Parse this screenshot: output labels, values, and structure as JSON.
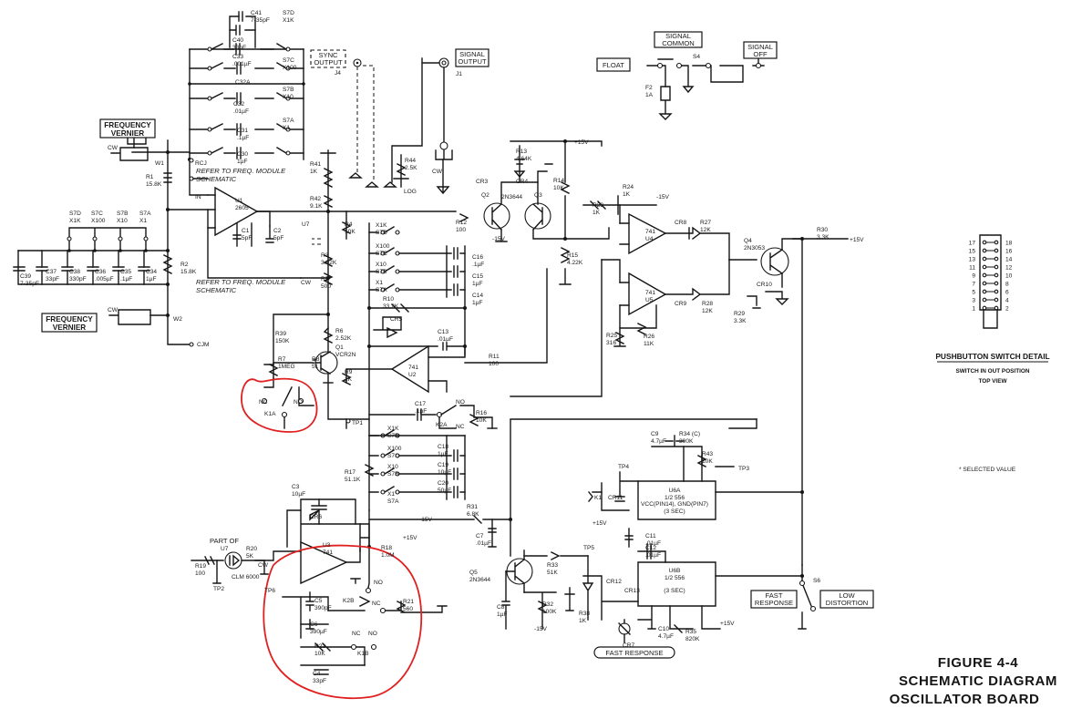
{
  "figure": {
    "number": "FIGURE 4-4",
    "line2": "SCHEMATIC DIAGRAM",
    "line3": "OSCILLATOR BOARD"
  },
  "pushbutton_detail": {
    "title": "PUSHBUTTON SWITCH DETAIL",
    "subtitle1": "SWITCH IN OUT POSITION",
    "subtitle2": "TOP VIEW",
    "left_pins": [
      "17",
      "15",
      "13",
      "11",
      "9",
      "7",
      "5",
      "3",
      "1"
    ],
    "right_pins": [
      "18",
      "16",
      "14",
      "12",
      "10",
      "8",
      "6",
      "4",
      "2"
    ]
  },
  "note": "* SELECTED VALUE",
  "boxes": {
    "frequency_vernier_top": [
      "FREQUENCY",
      "VERNIER"
    ],
    "frequency_vernier_bottom": [
      "FREQUENCY",
      "VERNIER"
    ],
    "sync_output": [
      "SYNC",
      "OUTPUT"
    ],
    "signal_output": [
      "SIGNAL",
      "OUTPUT"
    ],
    "float": "FLOAT",
    "signal_common": [
      "SIGNAL",
      "COMMON"
    ],
    "signal_off": [
      "SIGNAL",
      "OFF"
    ],
    "fast_response": [
      "FAST",
      "RESPONSE"
    ],
    "low_distortion": [
      "LOW",
      "DISTORTION"
    ],
    "fast_response_bottom": "FAST RESPONSE"
  },
  "notes": {
    "refer_top": [
      "REFER TO FREQ. MODULE",
      "SCHEMATIC"
    ],
    "refer_mid": [
      "REFER TO FREQ. MODULE",
      "SCHEMATIC"
    ],
    "part_of": "PART OF"
  },
  "components": {
    "C41": [
      "C41",
      "7-35pF"
    ],
    "C40": [
      "C40",
      "33pF"
    ],
    "S7D_top": [
      "S7D",
      "X1K"
    ],
    "C33": [
      "C33",
      ".001µF"
    ],
    "C32A": [
      "C32A"
    ],
    "S7C_top": [
      "S7C",
      "X100"
    ],
    "C32": [
      "C32",
      ".01µF"
    ],
    "S7B_top": [
      "S7B",
      "X10"
    ],
    "C31": [
      "C31",
      ".1µF"
    ],
    "S7A_top": [
      "S7A",
      "X1"
    ],
    "C30": [
      "C30",
      "1µF"
    ],
    "RCJ": "RCJ",
    "W1": "W1",
    "CW1": "CW",
    "R1": [
      "R1",
      "15.8K"
    ],
    "IN": "IN",
    "U1": [
      "U1",
      "2605"
    ],
    "C1": [
      "C1",
      "5pF"
    ],
    "C2": [
      "C2",
      "5pF"
    ],
    "U7": "U7",
    "R2": [
      "R2",
      "15.8K"
    ],
    "W2": "W2",
    "CW2": "CW",
    "CJM": "CJM",
    "S7D_mid": [
      "S7D",
      "X1K"
    ],
    "S7C_mid": [
      "S7C",
      "X100"
    ],
    "S7B_mid": [
      "S7B",
      "X10"
    ],
    "S7A_mid": [
      "S7A",
      "X1"
    ],
    "C39": [
      "C39",
      "7-35pF"
    ],
    "C37": [
      "C37",
      "33pF"
    ],
    "C38": [
      "C38",
      "330pF"
    ],
    "C36": [
      "C36",
      ".005µF"
    ],
    "C35": [
      "C35",
      ".1µF"
    ],
    "C34": [
      "C34",
      "1µF"
    ],
    "J4": "J4",
    "J1": "J1",
    "R41": [
      "R41",
      "1K"
    ],
    "R42": [
      "R42",
      "9.1K"
    ],
    "R44": [
      "R44",
      "2.5K"
    ],
    "CW3": "CW",
    "LOG": "LOG",
    "R4": [
      "R4",
      "10K"
    ],
    "R3": [
      "R3",
      "3.92K"
    ],
    "R5": [
      "R5",
      "500"
    ],
    "CW4": "CW",
    "R12": [
      "R12",
      "100"
    ],
    "R13": [
      "R13",
      "4.64K"
    ],
    "CR3": "CR3",
    "CR4": "CR4",
    "Q2": "Q2",
    "Q3": "Q3",
    "Q23": "2N3644",
    "R14": [
      "R14",
      "10K"
    ],
    "R15": [
      "R15",
      "4.22K"
    ],
    "p15V_1": "+15V",
    "m15V_1": "-15V",
    "R23": [
      "R23",
      "1K"
    ],
    "R24": [
      "R24",
      "1K"
    ],
    "m15V_2": "-15V",
    "CR8": "CR8",
    "R27": [
      "R27",
      "12K"
    ],
    "U4": [
      "741",
      "U4"
    ],
    "U5": [
      "741",
      "U5"
    ],
    "CR9": "CR9",
    "R28": [
      "R28",
      "12K"
    ],
    "Q4": [
      "Q4",
      "2N3053"
    ],
    "R30": [
      "R30",
      "3.3K"
    ],
    "p15V_2": "+15V",
    "CR10": "CR10",
    "R29": [
      "R29",
      "3.3K"
    ],
    "R25": [
      "R25",
      "316"
    ],
    "R26": [
      "R26",
      "11K"
    ],
    "S7D_a": [
      "X1K",
      "S7D"
    ],
    "S7C_a": [
      "X100",
      "S7C"
    ],
    "C16": [
      "C16",
      ".1µF"
    ],
    "S7B_a": [
      "X10",
      "S7B"
    ],
    "C15": [
      "C15",
      "1µF"
    ],
    "S7A_a": [
      "X1",
      "S7A"
    ],
    "C14": [
      "C14",
      "1µF"
    ],
    "R10": [
      "R10",
      "33.2K"
    ],
    "CR5": "CR5",
    "C13": [
      "C13",
      ".01µF"
    ],
    "R39": [
      "R39",
      "150K"
    ],
    "R6": [
      "R6",
      "2.52K"
    ],
    "Q1": [
      "Q1",
      "VCR2N"
    ],
    "R7": [
      "R7",
      "1MEG"
    ],
    "R8": [
      "R8",
      "51"
    ],
    "R9": [
      "R9",
      "1K"
    ],
    "U2": [
      "741",
      "U2"
    ],
    "R11": [
      "R11",
      "100"
    ],
    "K1A": "K1A",
    "NC1": "NC",
    "NO1": "NO",
    "TP1": "TP1",
    "C17": [
      "C17",
      ".1µF"
    ],
    "K2A": "K2A",
    "NO2": "NO",
    "NC2": "NC",
    "R16": [
      "R16",
      "10K"
    ],
    "S7D_b": [
      "X1K",
      "S7D"
    ],
    "C18": [
      "C18",
      "1µF"
    ],
    "S7C_b": [
      "X100",
      "S7C"
    ],
    "C19": [
      "C19",
      "10µF"
    ],
    "S7B_b": [
      "X10",
      "S7B"
    ],
    "C20": [
      "C20",
      "50µF"
    ],
    "S7A_b": [
      "X1",
      "S7A"
    ],
    "R17": [
      "R17",
      "51.1K"
    ],
    "R31": [
      "R31",
      "6.8K"
    ],
    "m15V_3": "-15V",
    "C7": [
      "C7",
      ".01µF"
    ],
    "C3": [
      "C3",
      "10µF"
    ],
    "CR6": "CR6",
    "R18": [
      "R18",
      "1.0M"
    ],
    "p15V_3": "+15V",
    "U3": [
      "U3",
      "741"
    ],
    "U7b": "U7",
    "CLM": "CLM 6000",
    "R19": [
      "R19",
      "100"
    ],
    "R20": [
      "R20",
      "5K"
    ],
    "CW5": "CW",
    "TP2": "TP2",
    "TP6": "TP6",
    "C5": [
      "C5",
      "390pF"
    ],
    "K2B": "K2B",
    "NO3": "NO",
    "NC3": "NC",
    "R21": [
      "R21",
      "560"
    ],
    "C6": [
      "C6",
      "390µF"
    ],
    "R22": [
      "R22",
      "10K"
    ],
    "NC4": "NC",
    "NO4": "NO",
    "K1B": "K1B",
    "C4": [
      "C4",
      "33pF"
    ],
    "C9": [
      "C9",
      "4.7µF"
    ],
    "R34": [
      "R34 (C)",
      "390K"
    ],
    "R43": [
      "R43",
      "10K"
    ],
    "TP4": "TP4",
    "TP3": "TP3",
    "U6A": [
      "U6A",
      "1/2 556"
    ],
    "U6A_note": [
      "VCC(PIN14), GND(PIN7)",
      "(3 SEC)"
    ],
    "K1": "K1",
    "CR11": "CR11",
    "p15V_4": "+15V",
    "C11": [
      "C11",
      ".01µF"
    ],
    "C12": [
      "C12",
      ".01µF"
    ],
    "TP5": "TP5",
    "Q5": [
      "Q5",
      "2N3644"
    ],
    "R33": [
      "R33",
      "51K"
    ],
    "CR12": "CR12",
    "CR13": "CR13",
    "U6B": [
      "U6B",
      "1/2 556"
    ],
    "U6B_note": "(3 SEC)",
    "C8": [
      "C8",
      "1µF"
    ],
    "R32": [
      "R32",
      "100K"
    ],
    "R38": [
      "R38",
      "1K"
    ],
    "CR7": "CR7",
    "C10": [
      "C10",
      "4.7µF"
    ],
    "R35": [
      "R35",
      "820K"
    ],
    "p15V_5": "+15V",
    "m15V_4": "-15V",
    "S6": "S6",
    "S4": "S4",
    "F2": [
      "F2",
      "1A"
    ]
  }
}
